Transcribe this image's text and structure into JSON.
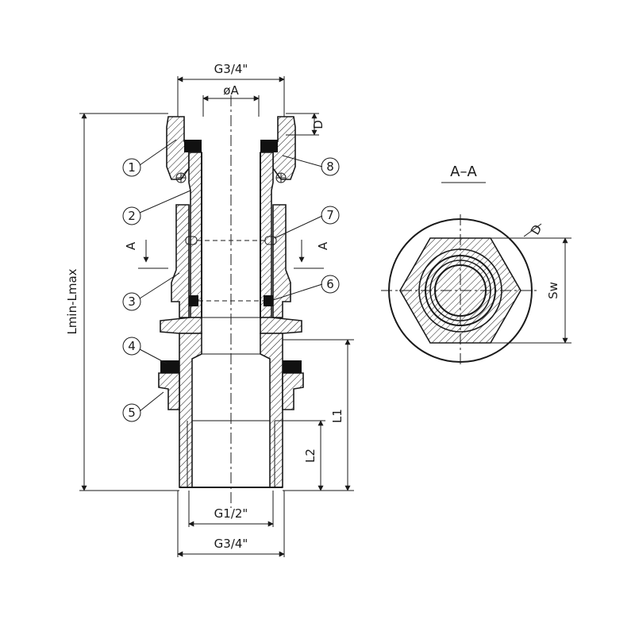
{
  "dimensions": {
    "top_thread": "G3/4\"",
    "bore": "øA",
    "wall": "D",
    "length": "Lmin-Lmax",
    "l1": "L1",
    "l2": "L2",
    "inner_thread": "G1/2\"",
    "bottom_thread": "G3/4\"",
    "wrench": "Sw"
  },
  "section": {
    "marker_left": "A",
    "marker_right": "A",
    "title": "A–A"
  },
  "callouts": [
    "1",
    "2",
    "3",
    "4",
    "5",
    "6",
    "7",
    "8"
  ],
  "colors": {
    "line": "#1a1a1a",
    "seal": "#111111",
    "background": "#ffffff"
  }
}
